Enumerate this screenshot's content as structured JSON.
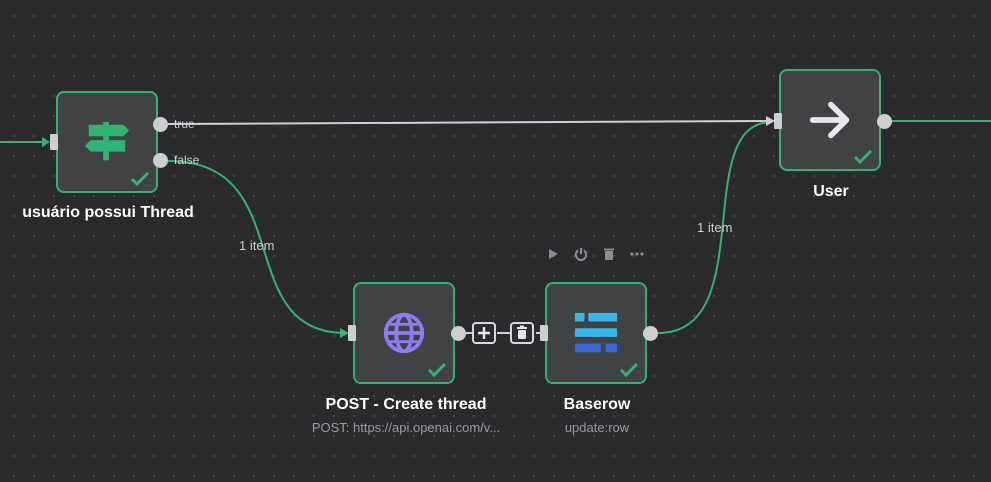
{
  "nodes": {
    "if_node": {
      "title": "usuário possui Thread",
      "output_true": "true",
      "output_false": "false"
    },
    "http_node": {
      "title": "POST - Create thread",
      "subtitle": "POST: https://api.openai.com/v..."
    },
    "baserow_node": {
      "title": "Baserow",
      "subtitle": "update:row"
    },
    "user_node": {
      "title": "User"
    }
  },
  "edges": {
    "false_to_http": "1 item",
    "baserow_to_user": "1 item"
  },
  "toolbar_icons": [
    "play-icon",
    "power-icon",
    "trash-icon",
    "more-icon"
  ],
  "colors": {
    "success": "#2fb472",
    "canvas": "#2a2a2c",
    "node_bg": "#414244",
    "http_icon": "#8c7cf0",
    "baserow_light": "#36b6e6",
    "baserow_dark": "#3a67d8"
  }
}
